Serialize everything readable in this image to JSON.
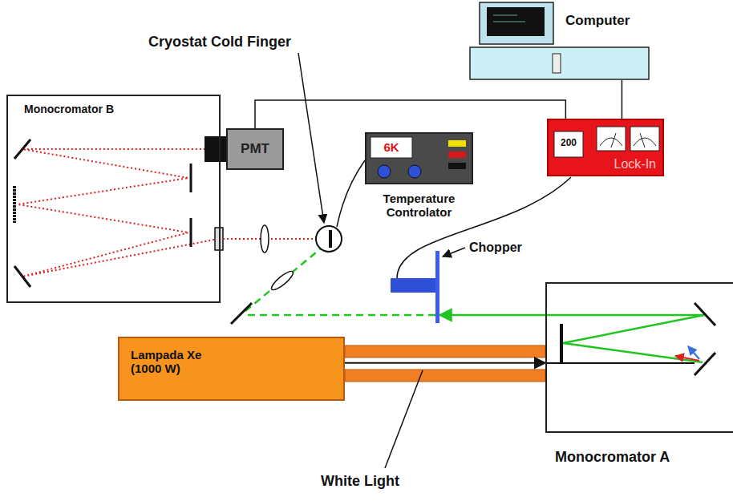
{
  "diagram": {
    "nodes": [
      {
        "text": [
          "Monocromator B"
        ]
      },
      {
        "text": [
          "PMT"
        ]
      },
      {
        "text": [
          "6K",
          "Temperature Controlator"
        ]
      },
      {
        "text": [
          "200",
          "Lock-In"
        ]
      },
      {
        "text": [
          "Computer"
        ]
      },
      {
        "text": [
          "Lampada Xe (1000 W)"
        ]
      },
      {
        "text": [
          "Monocromator A"
        ]
      }
    ],
    "edges": [
      {
        "from": 1,
        "to": 3,
        "arrow": "none"
      },
      {
        "from": 3,
        "to": 4,
        "arrow": "none"
      },
      {
        "from": 5,
        "to": 6,
        "arrow": "to"
      }
    ],
    "labels": [
      "Cryostat Cold Finger",
      "Chopper",
      "White Light"
    ]
  }
}
